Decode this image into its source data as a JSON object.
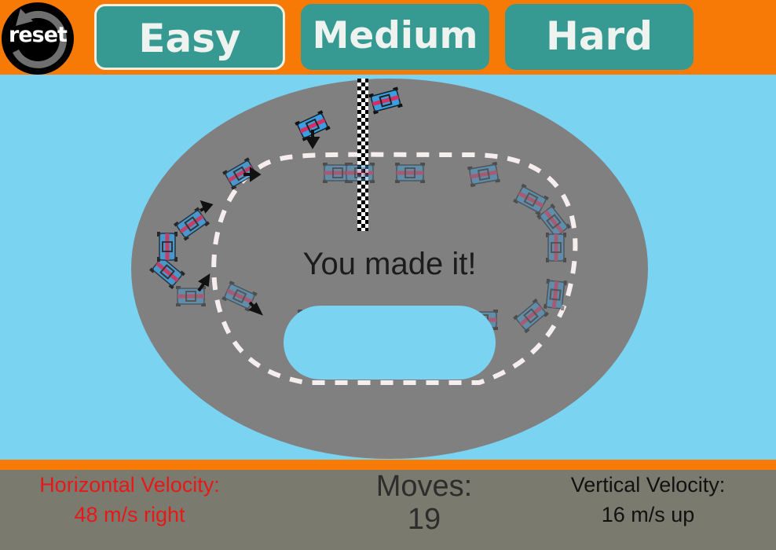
{
  "header": {
    "reset_label": "reset",
    "levels": [
      {
        "label": "Easy",
        "selected": true
      },
      {
        "label": "Medium",
        "selected": false
      },
      {
        "label": "Hard",
        "selected": false
      }
    ]
  },
  "track": {
    "message": "You made it!"
  },
  "hud": {
    "horizontal_velocity_label": "Horizontal Velocity:",
    "horizontal_velocity_value": "48 m/s right",
    "moves_label": "Moves:",
    "moves_value": "19",
    "vertical_velocity_label": "Vertical Velocity:",
    "vertical_velocity_value": "16 m/s up"
  },
  "colors": {
    "topbar": "#f77a06",
    "button": "#369a93",
    "sky": "#7bd3f2",
    "track": "#808080",
    "panel": "#7a7b6e",
    "horizontal_text": "#e81818"
  }
}
